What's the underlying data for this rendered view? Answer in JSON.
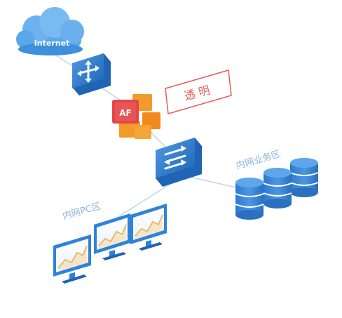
{
  "nodes": {
    "internet": {
      "label": "Internet",
      "icon": "cloud-icon"
    },
    "router": {
      "icon": "router-icon"
    },
    "firewall": {
      "label": "AF",
      "icon": "af-firewall-icon"
    },
    "mode_badge": {
      "label": "透 明"
    },
    "core_switch": {
      "icon": "switch-icon"
    },
    "pc_zone": {
      "label": "内网PC区",
      "icon": "monitor-icon"
    },
    "server_zone": {
      "label": "内网业务区",
      "icon": "database-icon"
    }
  },
  "colors": {
    "device_blue": "#2f82d8",
    "device_blue_dark": "#1f64b5",
    "cloud_blue": "#5aa7ea",
    "af_red": "#e34649",
    "af_orange": "#f39a2b",
    "badge_red": "#e85a5a",
    "zone_label": "#8fb6dd",
    "link_line": "#bcd6ee"
  }
}
